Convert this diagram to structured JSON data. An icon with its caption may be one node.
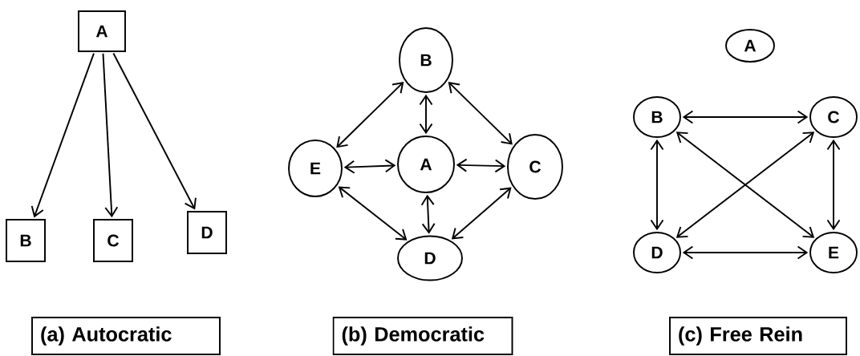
{
  "diagram": {
    "nodes": [
      {
        "text": [
          "A"
        ]
      },
      {
        "text": [
          "B"
        ]
      },
      {
        "text": [
          "C"
        ]
      },
      {
        "text": [
          "D"
        ]
      },
      {
        "text": [
          "B"
        ]
      },
      {
        "text": [
          "E"
        ]
      },
      {
        "text": [
          "A"
        ]
      },
      {
        "text": [
          "C"
        ]
      },
      {
        "text": [
          "D"
        ]
      },
      {
        "text": [
          "A"
        ]
      },
      {
        "text": [
          "B"
        ]
      },
      {
        "text": [
          "C"
        ]
      },
      {
        "text": [
          "D"
        ]
      },
      {
        "text": [
          "E"
        ]
      },
      {
        "text": [
          "(a) Autocratic"
        ]
      },
      {
        "text": [
          "(b) Democratic"
        ]
      },
      {
        "text": [
          "(c) Free Rein"
        ]
      }
    ],
    "edges": [
      {
        "from": 0,
        "to": 1,
        "arrow": "to"
      },
      {
        "from": 0,
        "to": 2,
        "arrow": "to"
      },
      {
        "from": 0,
        "to": 3,
        "arrow": "to"
      },
      {
        "from": 4,
        "to": 5,
        "arrow": "both"
      },
      {
        "from": 4,
        "to": 6,
        "arrow": "both"
      },
      {
        "from": 4,
        "to": 7,
        "arrow": "both"
      },
      {
        "from": 5,
        "to": 6,
        "arrow": "both"
      },
      {
        "from": 6,
        "to": 7,
        "arrow": "both"
      },
      {
        "from": 6,
        "to": 8,
        "arrow": "both"
      },
      {
        "from": 5,
        "to": 8,
        "arrow": "both"
      },
      {
        "from": 7,
        "to": 8,
        "arrow": "both"
      },
      {
        "from": 10,
        "to": 11,
        "arrow": "both"
      },
      {
        "from": 10,
        "to": 12,
        "arrow": "both"
      },
      {
        "from": 10,
        "to": 13,
        "arrow": "both"
      },
      {
        "from": 11,
        "to": 12,
        "arrow": "both"
      },
      {
        "from": 11,
        "to": 13,
        "arrow": "both"
      },
      {
        "from": 12,
        "to": 13,
        "arrow": "both"
      }
    ]
  }
}
